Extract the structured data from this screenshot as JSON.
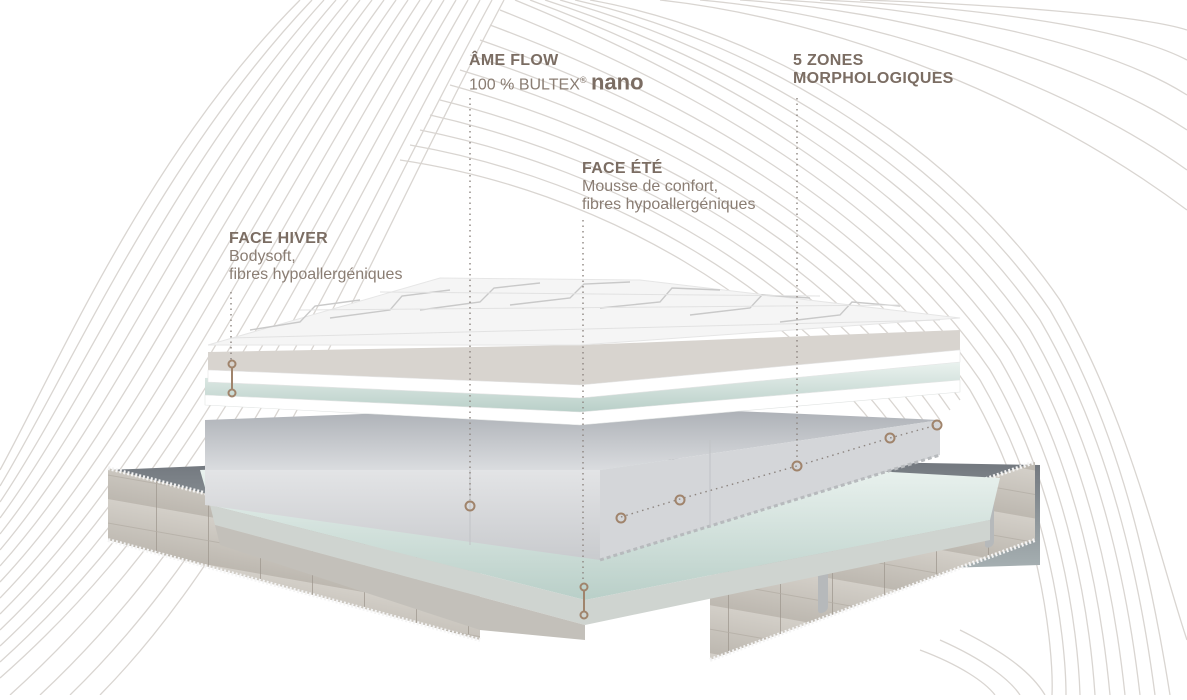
{
  "diagram": {
    "type": "exploded-mattress-cutaway",
    "accent_color": "#8c735f",
    "text_color": "#7b6d63",
    "line_color": "#d6d2ce"
  },
  "labels": {
    "core": {
      "title": "ÂME FLOW",
      "desc_prefix": "100 % BULTEX",
      "registered": "®",
      "desc_brand": "nano"
    },
    "zones": {
      "title_line1": "5 ZONES",
      "title_line2": "MORPHOLOGIQUES"
    },
    "summer": {
      "title": "FACE ÉTÉ",
      "desc_line1": "Mousse de confort,",
      "desc_line2": "fibres hypoallergéniques"
    },
    "winter": {
      "title": "FACE HIVER",
      "desc_line1": "Bodysoft,",
      "desc_line2": "fibres hypoallergéniques"
    }
  },
  "layers": [
    {
      "name": "quilted-top-cover",
      "color": "#f4f4f4"
    },
    {
      "name": "winter-comfort-layer",
      "color": "#d9d6d2"
    },
    {
      "name": "green-fibre-layer",
      "color": "#dbe8e3"
    },
    {
      "name": "bultex-nano-core",
      "color": "#c6c8cb"
    },
    {
      "name": "summer-comfort-layer",
      "color": "#d6e4df"
    },
    {
      "name": "border-fabric",
      "color": "#cbc6be"
    }
  ]
}
